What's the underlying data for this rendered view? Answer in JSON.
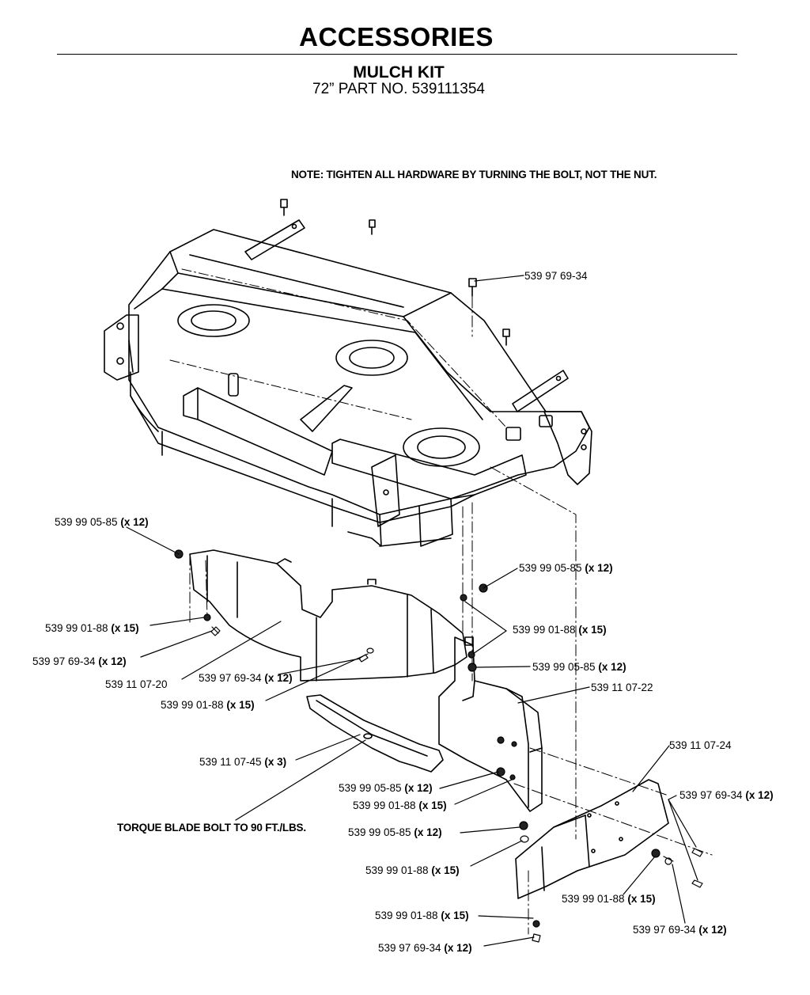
{
  "header": {
    "title": "ACCESSORIES",
    "subtitle": "MULCH KIT",
    "part_number": "72” PART NO. 539111354"
  },
  "notes": {
    "hardware": "NOTE: TIGHTEN ALL HARDWARE BY TURNING THE BOLT, NOT THE NUT.",
    "torque": "TORQUE BLADE BOLT TO 90 FT./LBS."
  },
  "callouts": [
    {
      "id": "c1",
      "part": "539 97 69-34",
      "qty": ""
    },
    {
      "id": "c2",
      "part": "539 99 05-85",
      "qty": "(x 12)"
    },
    {
      "id": "c3",
      "part": "539 99 05-85",
      "qty": "(x 12)"
    },
    {
      "id": "c4",
      "part": "539 99 01-88",
      "qty": "(x 15)"
    },
    {
      "id": "c5",
      "part": "539 99 01-88",
      "qty": "(x 15)"
    },
    {
      "id": "c6",
      "part": "539 97 69-34",
      "qty": "(x 12)"
    },
    {
      "id": "c7",
      "part": "539 99 05-85",
      "qty": "(x 12)"
    },
    {
      "id": "c8",
      "part": "539 97 69-34",
      "qty": "(x 12)"
    },
    {
      "id": "c9",
      "part": "539 11 07-20",
      "qty": ""
    },
    {
      "id": "c10",
      "part": "539 11 07-22",
      "qty": ""
    },
    {
      "id": "c11",
      "part": "539 99 01-88",
      "qty": "(x 15)"
    },
    {
      "id": "c12",
      "part": "539 11 07-45",
      "qty": "(x 3)"
    },
    {
      "id": "c13",
      "part": "539 11 07-24",
      "qty": ""
    },
    {
      "id": "c14",
      "part": "539 99 05-85",
      "qty": "(x 12)"
    },
    {
      "id": "c15",
      "part": "539 97 69-34",
      "qty": "(x 12)"
    },
    {
      "id": "c16",
      "part": "539 99 01-88",
      "qty": "(x 15)"
    },
    {
      "id": "c17",
      "part": "539 99 05-85",
      "qty": "(x 12)"
    },
    {
      "id": "c18",
      "part": "539 99 01-88",
      "qty": "(x 15)"
    },
    {
      "id": "c19",
      "part": "539 99 01-88",
      "qty": "(x 15)"
    },
    {
      "id": "c20",
      "part": "539 99 01-88",
      "qty": "(x 15)"
    },
    {
      "id": "c21",
      "part": "539 97 69-34",
      "qty": "(x 12)"
    },
    {
      "id": "c22",
      "part": "539 97 69-34",
      "qty": "(x 12)"
    }
  ]
}
